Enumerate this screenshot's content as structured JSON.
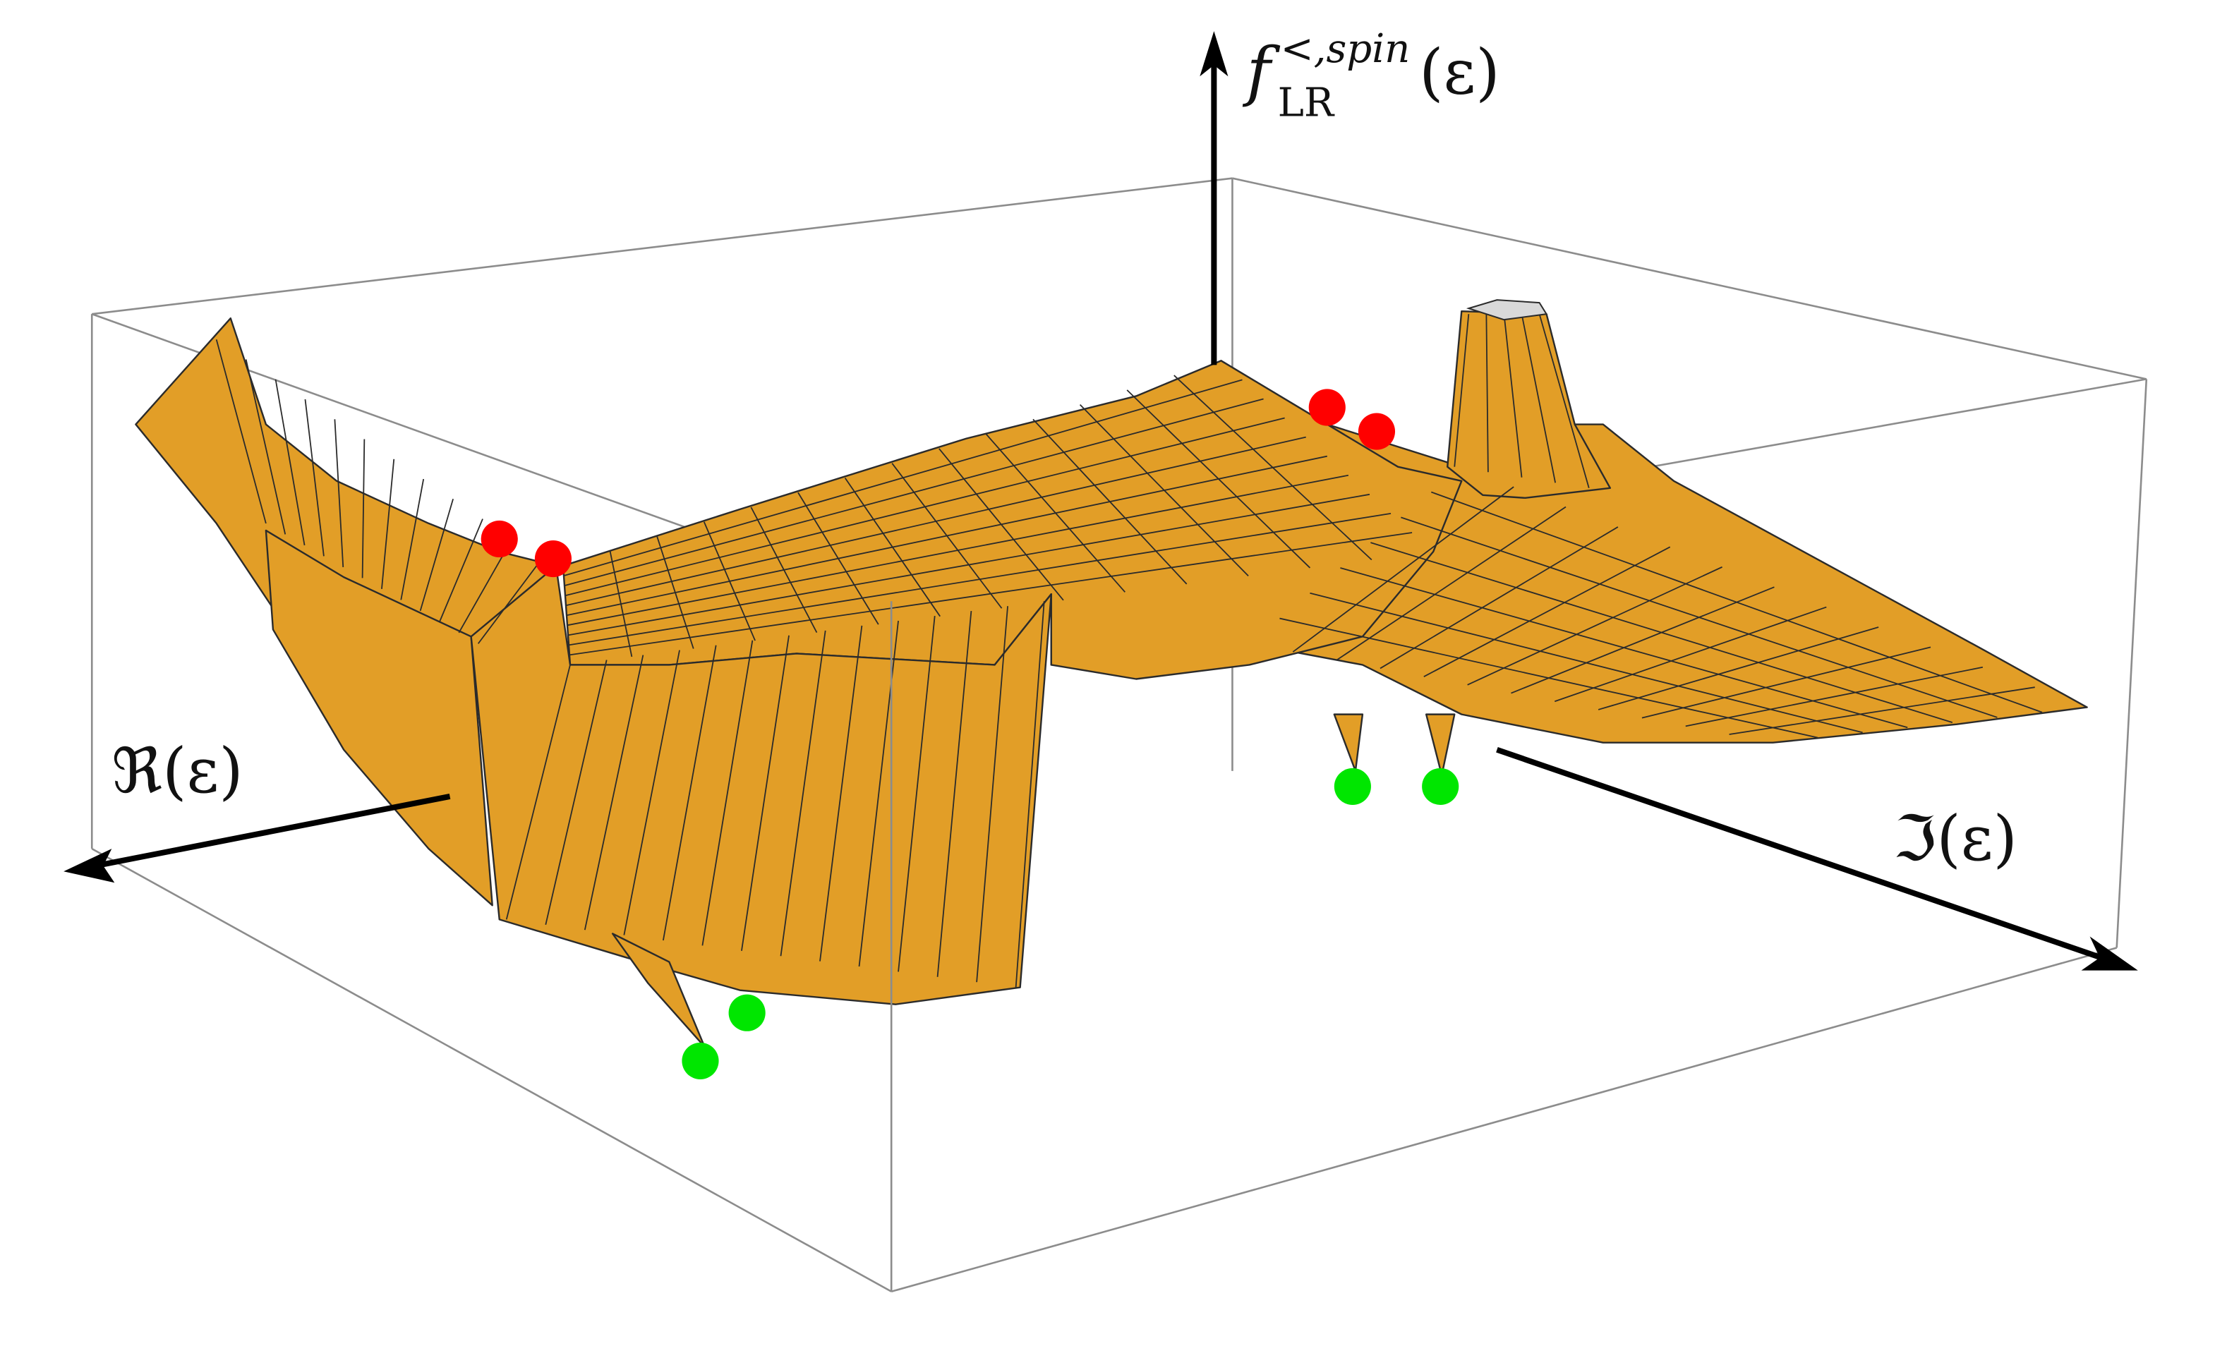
{
  "chart_data": {
    "type": "surface",
    "title": "",
    "axes": {
      "x": {
        "label": "ℜ(ε)"
      },
      "y": {
        "label": "ℑ(ε)"
      },
      "z": {
        "label": "f",
        "label_sup": "<,spin",
        "label_sub": "LR",
        "label_arg": "(ε)"
      }
    },
    "grid": false,
    "box": true,
    "colors": {
      "surface": "#E29E27",
      "mesh": "#2b2b2b",
      "box": "#8c8c8c",
      "axis": "#000000",
      "pole": "#ff0000",
      "zero": "#00e600",
      "cap": "#d9d9d9"
    },
    "markers": {
      "poles": [
        {
          "re": 0.1,
          "im": 0.22
        },
        {
          "re": 0.1,
          "im": 0.25
        },
        {
          "re": -0.1,
          "im": 0.22
        },
        {
          "re": -0.1,
          "im": 0.25
        }
      ],
      "zeros": [
        {
          "re": 0.1,
          "im": 0.18
        },
        {
          "re": 0.1,
          "im": 0.21
        },
        {
          "re": -0.1,
          "im": 0.18
        },
        {
          "re": -0.1,
          "im": 0.21
        }
      ]
    }
  }
}
